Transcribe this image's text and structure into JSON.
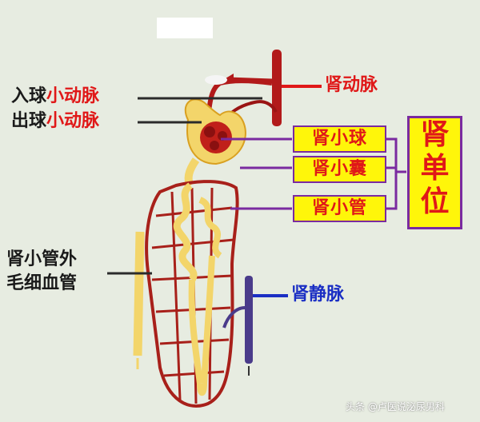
{
  "labels": {
    "afferent_prefix": "入球",
    "afferent_main": "小动脉",
    "efferent_prefix": "出球",
    "efferent_main": "小动脉",
    "renal_artery": "肾动脉",
    "glomerulus": "肾小球",
    "capsule": "肾小囊",
    "tubule": "肾小管",
    "nephron_1": "肾",
    "nephron_2": "单",
    "nephron_3": "位",
    "capillary_line1": "肾小管外",
    "capillary_line2": "毛细血管",
    "renal_vein": "肾静脉"
  },
  "watermark": "头条 @卢医说泌尿男科",
  "colors": {
    "background": "#e7ece1",
    "label_red": "#e01818",
    "label_blue": "#1b2fc4",
    "box_fill": "#fff60a",
    "box_border": "#7a2aa0",
    "artery": "#b21a1a",
    "vein": "#4a3b8a",
    "tubule": "#f3d56a"
  }
}
